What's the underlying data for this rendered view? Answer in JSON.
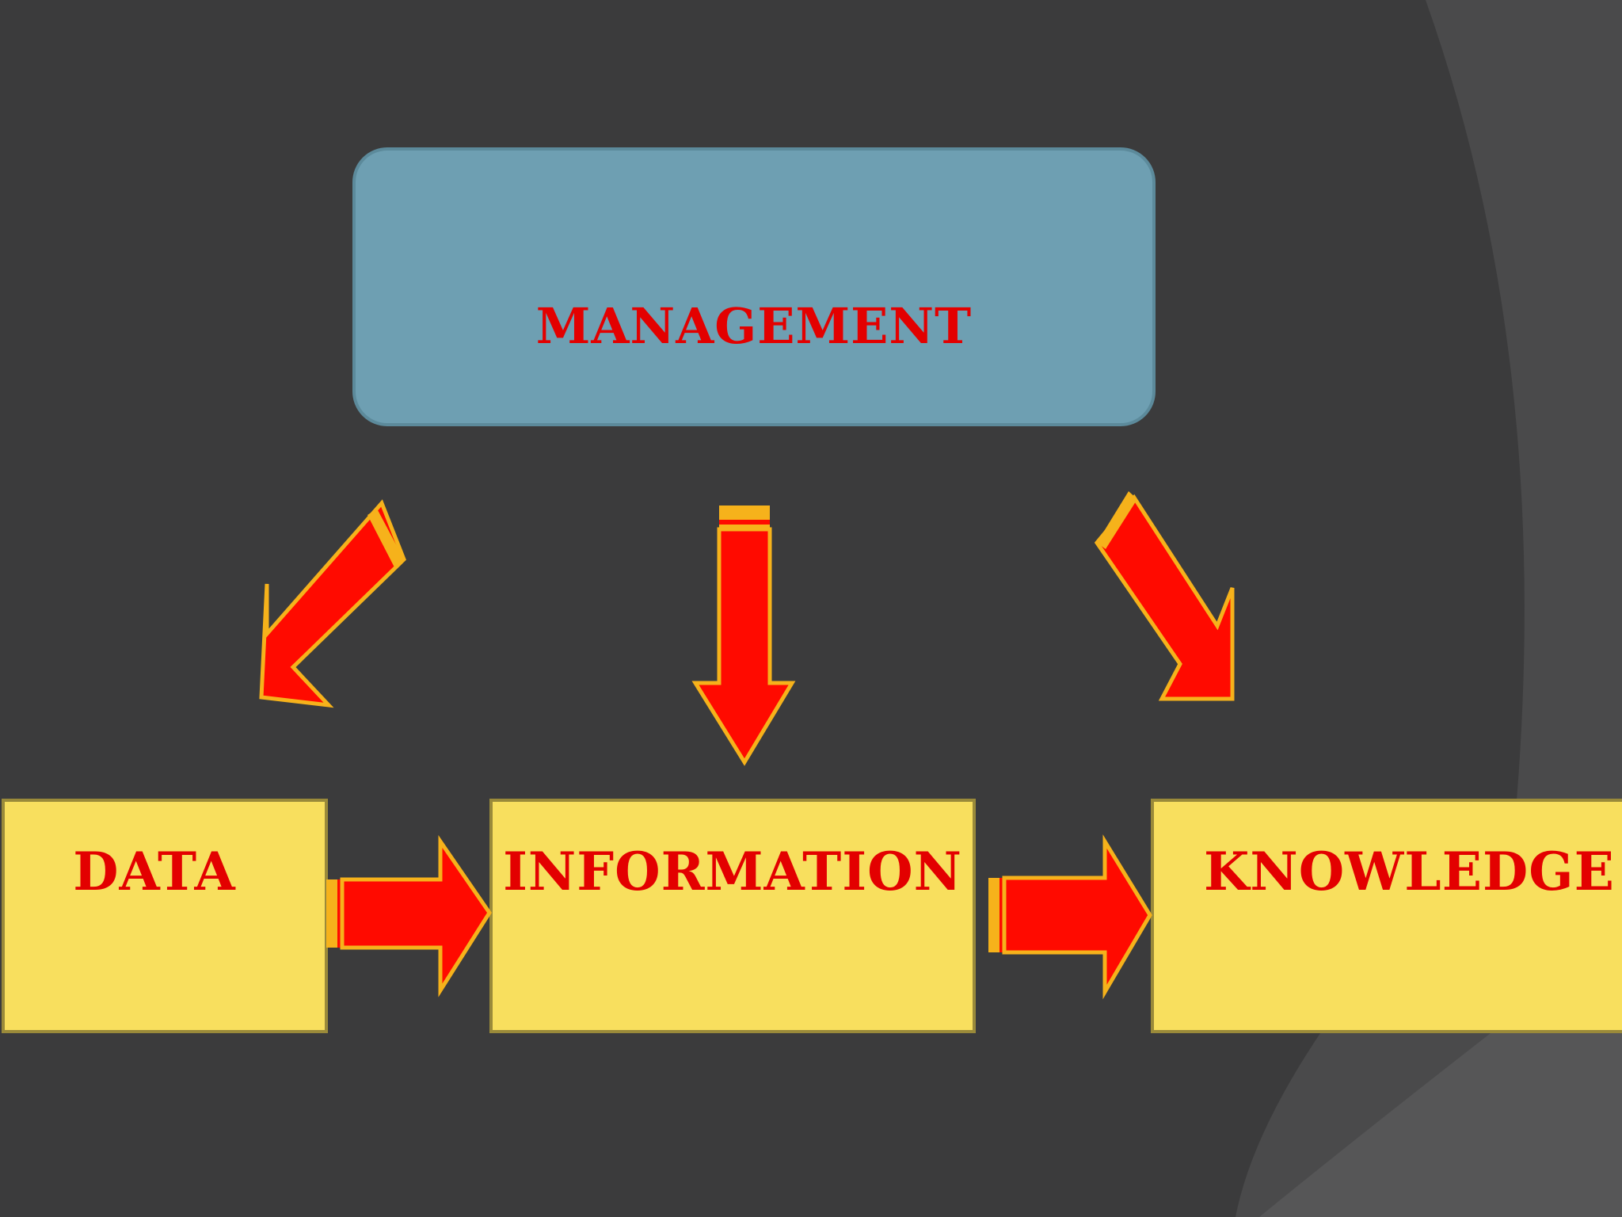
{
  "colors": {
    "background": "#3b3b3c",
    "background_curve": "#4a4a4b",
    "management_box": "#6e9fb2",
    "node_box": "#f8df5e",
    "node_box_border": "#c9b33d",
    "arrow_fill": "#ff0a00",
    "arrow_outline": "#f6b21b",
    "label_text": "#e30000"
  },
  "top_node": {
    "label": "MANAGEMENT"
  },
  "nodes": [
    {
      "id": "data",
      "label": "DATA"
    },
    {
      "id": "information",
      "label": "INFORMATION"
    },
    {
      "id": "knowledge",
      "label": "KNOWLEDGE"
    }
  ],
  "edges": [
    {
      "from": "MANAGEMENT",
      "to": "DATA"
    },
    {
      "from": "MANAGEMENT",
      "to": "INFORMATION"
    },
    {
      "from": "MANAGEMENT",
      "to": "KNOWLEDGE"
    },
    {
      "from": "DATA",
      "to": "INFORMATION"
    },
    {
      "from": "INFORMATION",
      "to": "KNOWLEDGE"
    }
  ]
}
